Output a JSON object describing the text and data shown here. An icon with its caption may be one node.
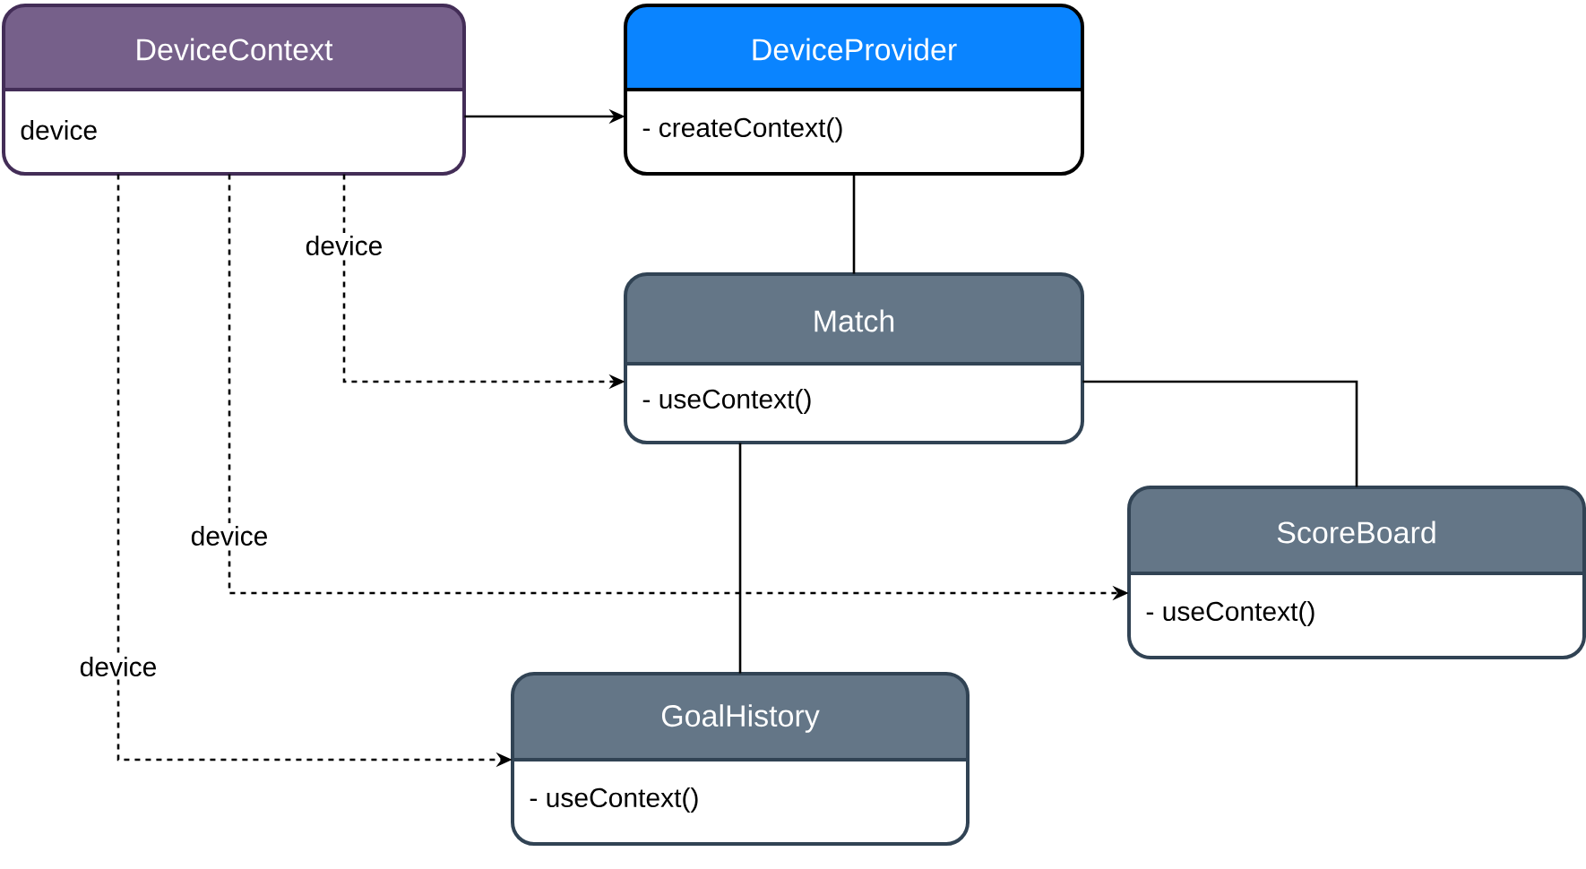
{
  "diagram": {
    "nodes": [
      {
        "text": [
          "DeviceContext",
          "device"
        ]
      },
      {
        "text": [
          "DeviceProvider",
          "- createContext()"
        ]
      },
      {
        "text": [
          "Match",
          "- useContext()"
        ]
      },
      {
        "text": [
          "ScoreBoard",
          "- useContext()"
        ]
      },
      {
        "text": [
          "GoalHistory",
          "- useContext()"
        ]
      }
    ],
    "edges": [
      {
        "from": 0,
        "to": 1,
        "arrow": "to"
      },
      {
        "from": 1,
        "to": 2,
        "arrow": "none"
      },
      {
        "from": 0,
        "to": 2,
        "arrow": "to",
        "style": "dashed",
        "label": "device"
      },
      {
        "from": 2,
        "to": 3,
        "arrow": "none"
      },
      {
        "from": 0,
        "to": 3,
        "arrow": "to",
        "style": "dashed",
        "label": "device"
      },
      {
        "from": 2,
        "to": 4,
        "arrow": "none"
      },
      {
        "from": 0,
        "to": 4,
        "arrow": "to",
        "style": "dashed",
        "label": "device"
      }
    ]
  }
}
